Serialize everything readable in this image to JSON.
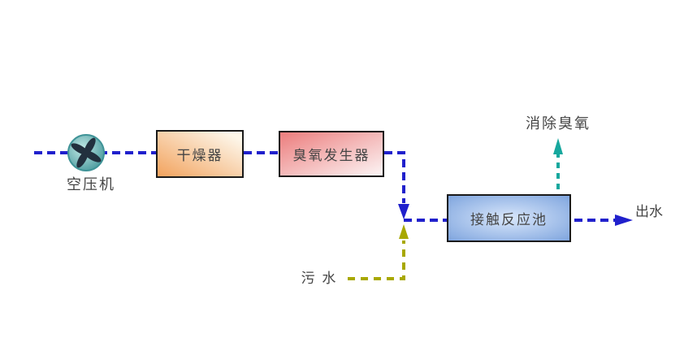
{
  "diagram": {
    "title": "ozone-water-treatment-process-flow",
    "nodes": {
      "compressor": {
        "label": "空压机"
      },
      "dryer": {
        "label": "干燥器"
      },
      "ozone_generator": {
        "label": "臭氧发生器"
      },
      "contact_tank": {
        "label": "接触反应池"
      }
    },
    "flow_labels": {
      "ozone_removal": "消除臭氧",
      "sewage": "污 水",
      "outlet_water": "出水"
    },
    "colors": {
      "air_flow": "#2020cc",
      "sewage_flow": "#a8a800",
      "offgas_flow": "#17a89e",
      "text": "#454545",
      "dryer_dark": "#f2a35e",
      "dryer_light": "#fdf6e9",
      "ozone_dark": "#ec7d7d",
      "ozone_light": "#fbefef",
      "tank_dark": "#7fa5de",
      "tank_light": "#d9e7fb",
      "compressor_dark": "#3f9397",
      "compressor_light": "#c2e9e6",
      "compressor_blade": "#22303e"
    }
  }
}
